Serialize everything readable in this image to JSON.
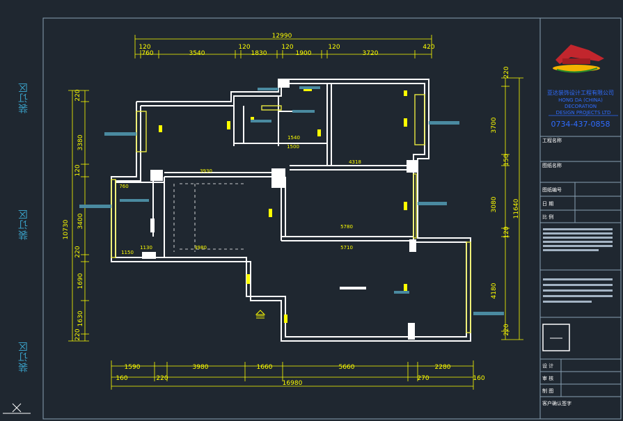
{
  "side_labels": [
    "装订区",
    "装订区",
    "装订区"
  ],
  "top_dims": {
    "total": "12990",
    "segments": [
      "120",
      "760",
      "3540",
      "120",
      "1830",
      "120",
      "1900",
      "120",
      "3720",
      "420"
    ]
  },
  "bottom_dims": {
    "total": "16980",
    "row1": [
      "1590",
      "3980",
      "1660",
      "5660",
      "2280"
    ],
    "row2": [
      "160",
      "220",
      "270",
      "160"
    ]
  },
  "left_dims": {
    "total": "10730",
    "segments": [
      "220",
      "3380",
      "120",
      "3400",
      "220",
      "1690",
      "1630",
      "220"
    ]
  },
  "right_dims": {
    "total": "11640",
    "segments": [
      "220",
      "3700",
      "150",
      "3080",
      "120",
      "4180",
      "220"
    ]
  },
  "interior_dims": [
    "3930",
    "3980",
    "5780",
    "5710",
    "1150",
    "4318",
    "1540",
    "1500",
    "760",
    "1130"
  ],
  "title_block": {
    "company_cn": "亚达装饰设计工程有限公司",
    "company_en_1": "HONG DA (CHINA)",
    "company_en_2": "DECORATION",
    "company_en_3": "DESIGN PROJECTS LTD",
    "phone": "0734-437-0858",
    "rows": [
      "工程名称",
      "图纸名称",
      "图纸编号",
      "日 期",
      "比 例",
      "设 计",
      "审 核",
      "制 图",
      "客户确认签字"
    ]
  },
  "colors": {
    "background": "#1f2730",
    "wall": "#ffffff",
    "dimension": "#ffff00",
    "frame": "#8aa1b3",
    "label_bar": "#4a8aa0",
    "text_blue": "#2f6cff",
    "side_label": "#3aa1c8",
    "window": "#e8e840"
  }
}
